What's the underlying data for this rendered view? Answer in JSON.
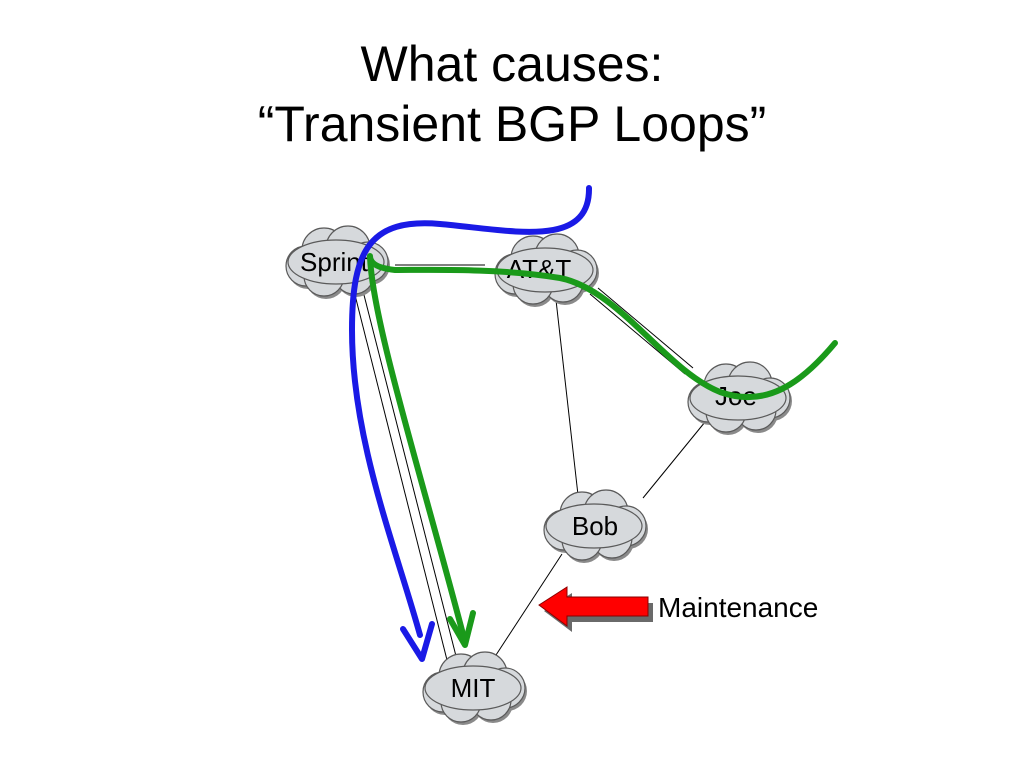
{
  "slide": {
    "title_line1": "What causes:",
    "title_line2": "“Transient BGP Loops”"
  },
  "nodes": {
    "sprint": "Sprint",
    "att": "AT&T",
    "joe": "Joe",
    "bob": "Bob",
    "mit": "MIT"
  },
  "annotation": {
    "label": "Maintenance",
    "arrow_color": "#ff0000"
  },
  "colors": {
    "cloud_fill": "#d6d9dc",
    "blue_path": "#1a1ae6",
    "green_path": "#1a9a1a"
  }
}
